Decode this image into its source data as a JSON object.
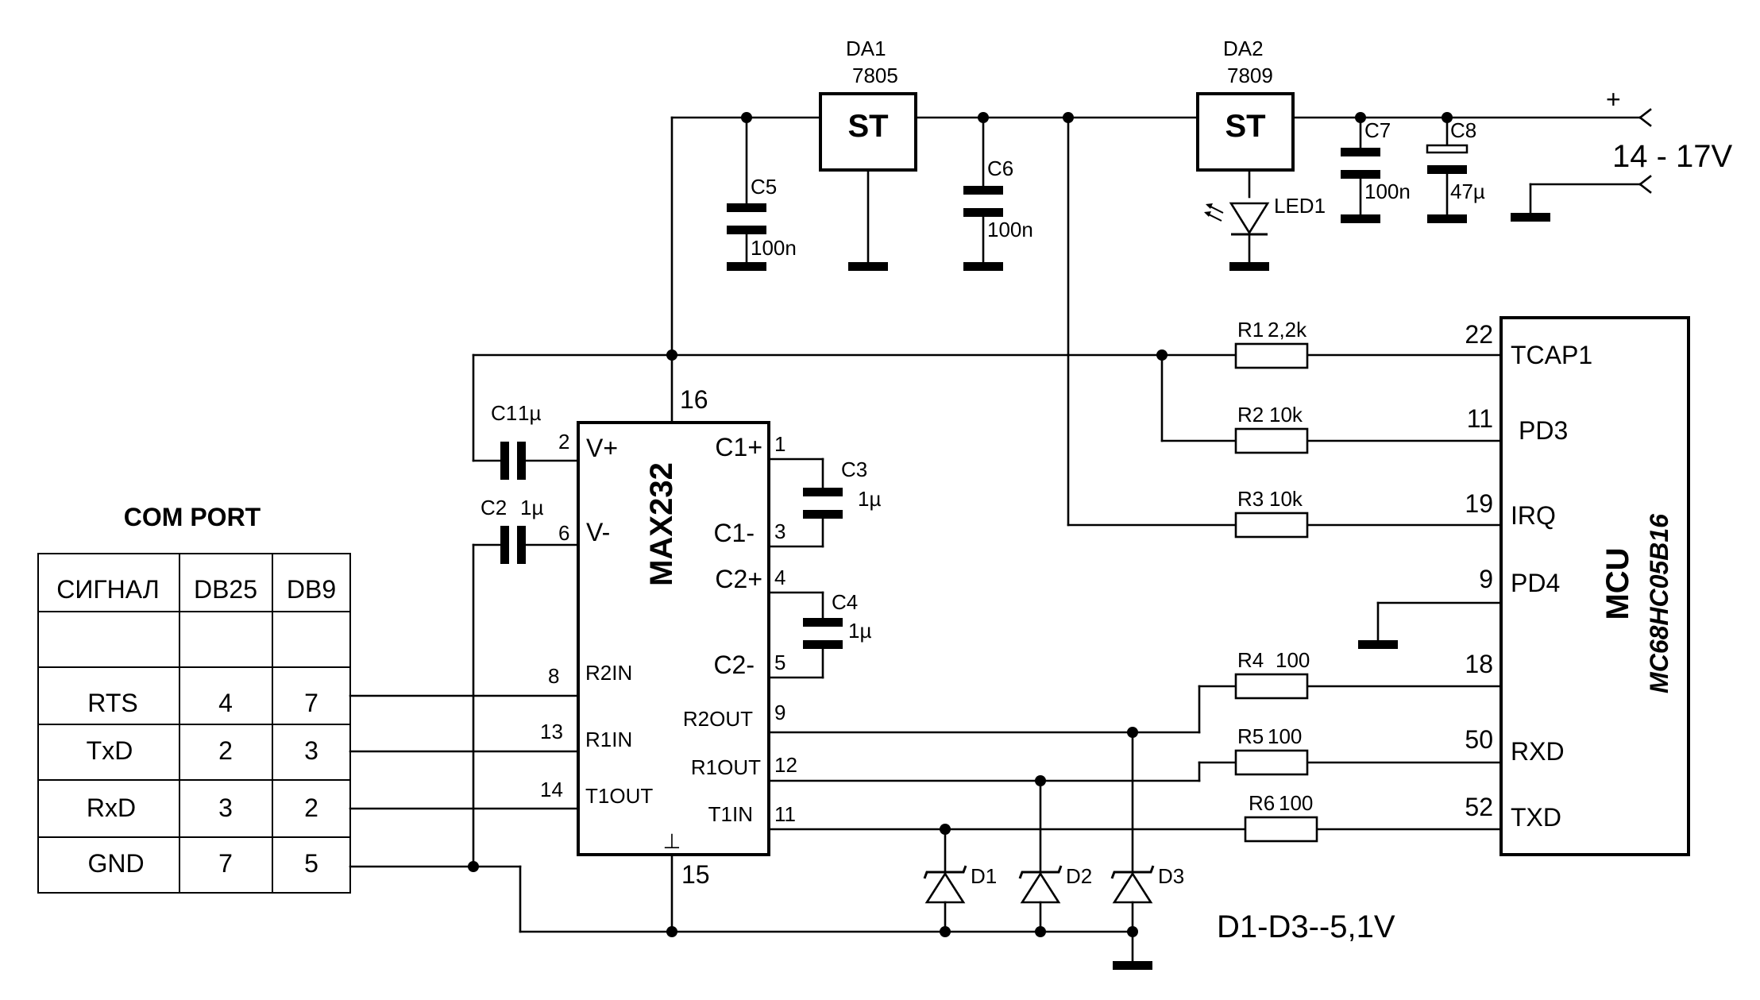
{
  "regulators": [
    {
      "ref": "DA1",
      "part": "7805",
      "mark": "ST"
    },
    {
      "ref": "DA2",
      "part": "7809",
      "mark": "ST"
    }
  ],
  "capacitors": [
    {
      "ref": "C5",
      "value": "100n"
    },
    {
      "ref": "C6",
      "value": "100n"
    },
    {
      "ref": "C7",
      "value": "100n"
    },
    {
      "ref": "C8",
      "value": "47µ"
    },
    {
      "ref": "C1",
      "value": "1µ"
    },
    {
      "ref": "C2",
      "value": "1µ"
    },
    {
      "ref": "C3",
      "value": "1µ"
    },
    {
      "ref": "C4",
      "value": "1µ"
    }
  ],
  "led": {
    "ref": "LED1"
  },
  "power": {
    "plus": "+",
    "voltage": "14 - 17V"
  },
  "max232": {
    "name": "MAX232",
    "pin_labels": [
      "V+",
      "V-",
      "R2IN",
      "R1IN",
      "T1OUT",
      "C1+",
      "C1-",
      "C2+",
      "C2-",
      "R2OUT",
      "R1OUT",
      "T1IN",
      "⊥"
    ],
    "pin_numbers": [
      "16",
      "2",
      "6",
      "8",
      "13",
      "14",
      "1",
      "3",
      "4",
      "5",
      "9",
      "12",
      "11",
      "15"
    ]
  },
  "resistors": [
    {
      "ref": "R1",
      "value": "2,2k"
    },
    {
      "ref": "R2",
      "value": "10k"
    },
    {
      "ref": "R3",
      "value": "10k"
    },
    {
      "ref": "R4",
      "value": "100"
    },
    {
      "ref": "R5",
      "value": "100"
    },
    {
      "ref": "R6",
      "value": "100"
    }
  ],
  "mcu": {
    "label": "MCU",
    "part": "MC68HC05B16",
    "pins": [
      {
        "num": "22",
        "name": "TCAP1"
      },
      {
        "num": "11",
        "name": "PD3"
      },
      {
        "num": "19",
        "name": "IRQ"
      },
      {
        "num": "9",
        "name": "PD4"
      },
      {
        "num": "18",
        "name": ""
      },
      {
        "num": "50",
        "name": "RXD"
      },
      {
        "num": "52",
        "name": "TXD"
      }
    ]
  },
  "diodes": {
    "refs": [
      "D1",
      "D2",
      "D3"
    ],
    "note": "D1-D3--5,1V"
  },
  "com_port": {
    "title": "COM PORT",
    "headers": [
      "СИГНАЛ",
      "DB25",
      "DB9"
    ],
    "rows": [
      [
        "",
        "",
        ""
      ],
      [
        "RTS",
        "4",
        "7"
      ],
      [
        "TxD",
        "2",
        "3"
      ],
      [
        "RxD",
        "3",
        "2"
      ],
      [
        "GND",
        "7",
        "5"
      ]
    ]
  }
}
